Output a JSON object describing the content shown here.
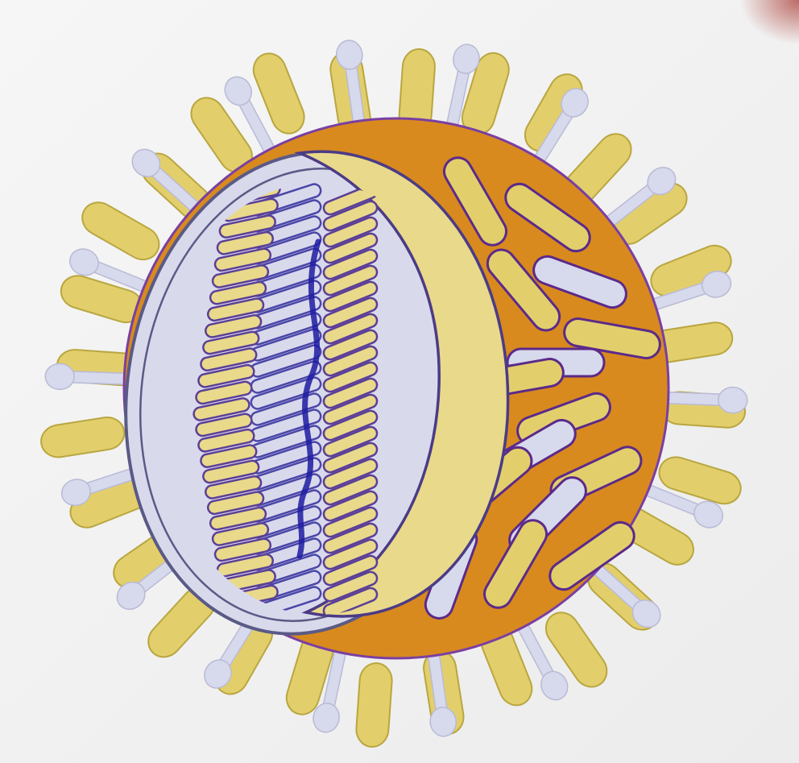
{
  "image": {
    "subject": "virus-particle-illustration",
    "colors": {
      "background": "#f3f3f3",
      "envelope": "#d98a1e",
      "envelope_outline": "#5b2a8a",
      "spike_yellow": "#e2cf6c",
      "spike_yellow_edge": "#b9a640",
      "spike_lavender": "#d7d9ec",
      "shell_lavender": "#d9d9ec",
      "shell_outline": "#5a5a86",
      "capsid_yellow": "#e9d98a",
      "ribbon_ink": "#1d1ba1",
      "corner_red": "#b2524b"
    },
    "counts": {
      "yellow_spikes": 28,
      "lavender_spikes": 18
    }
  }
}
